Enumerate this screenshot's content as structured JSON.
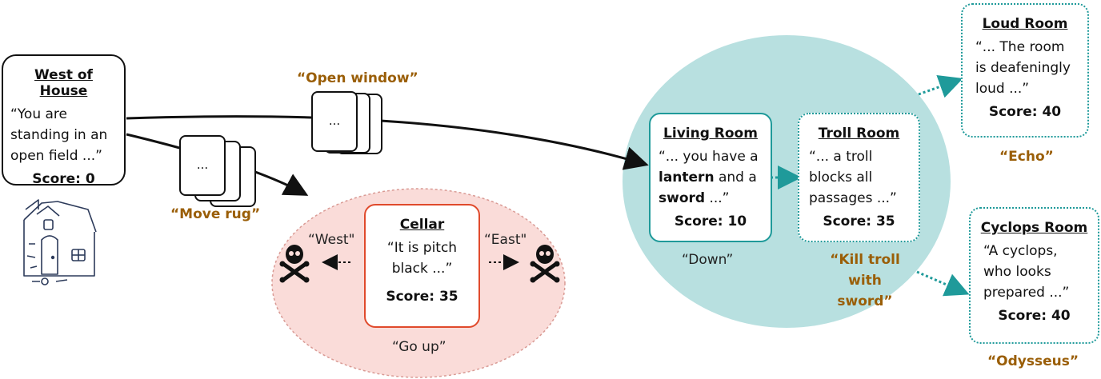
{
  "rooms": {
    "west_of_house": {
      "title": "West of House",
      "text": "“You are standing in an open field ...”",
      "score": "Score: 0"
    },
    "cellar": {
      "title": "Cellar",
      "text": "“It is pitch black ...”",
      "score": "Score: 35"
    },
    "living_room": {
      "title": "Living Room",
      "text_parts": [
        "“... you have a ",
        "lantern",
        " and a ",
        "sword",
        " ...”"
      ],
      "score": "Score: 10"
    },
    "troll_room": {
      "title": "Troll Room",
      "text": "“... a troll blocks all passages ...”",
      "score": "Score: 35"
    },
    "loud_room": {
      "title": "Loud Room",
      "text": "“... The room is deafeningly loud ...”",
      "score": "Score: 40"
    },
    "cyclops_room": {
      "title": "Cyclops Room",
      "text": "“A cyclops, who looks prepared ...”",
      "score": "Score: 40"
    }
  },
  "commands": {
    "open_window": "“Open window”",
    "move_rug": "“Move rug”",
    "echo": "“Echo”",
    "kill_troll": "“Kill troll with sword”",
    "odysseus": "“Odysseus”"
  },
  "labels": {
    "west": "“West\"",
    "east": "“East\"",
    "go_up": "“Go up”",
    "down": "“Down”",
    "ellipsis": "..."
  },
  "colors": {
    "command": "#9a5e07",
    "cellar_zone": "#fadcd9",
    "living_zone": "#b8e0e0",
    "red_border": "#e04a2c",
    "teal_border": "#1f9a9a"
  },
  "icons": [
    "house-icon",
    "skull-crossbones-icon"
  ]
}
